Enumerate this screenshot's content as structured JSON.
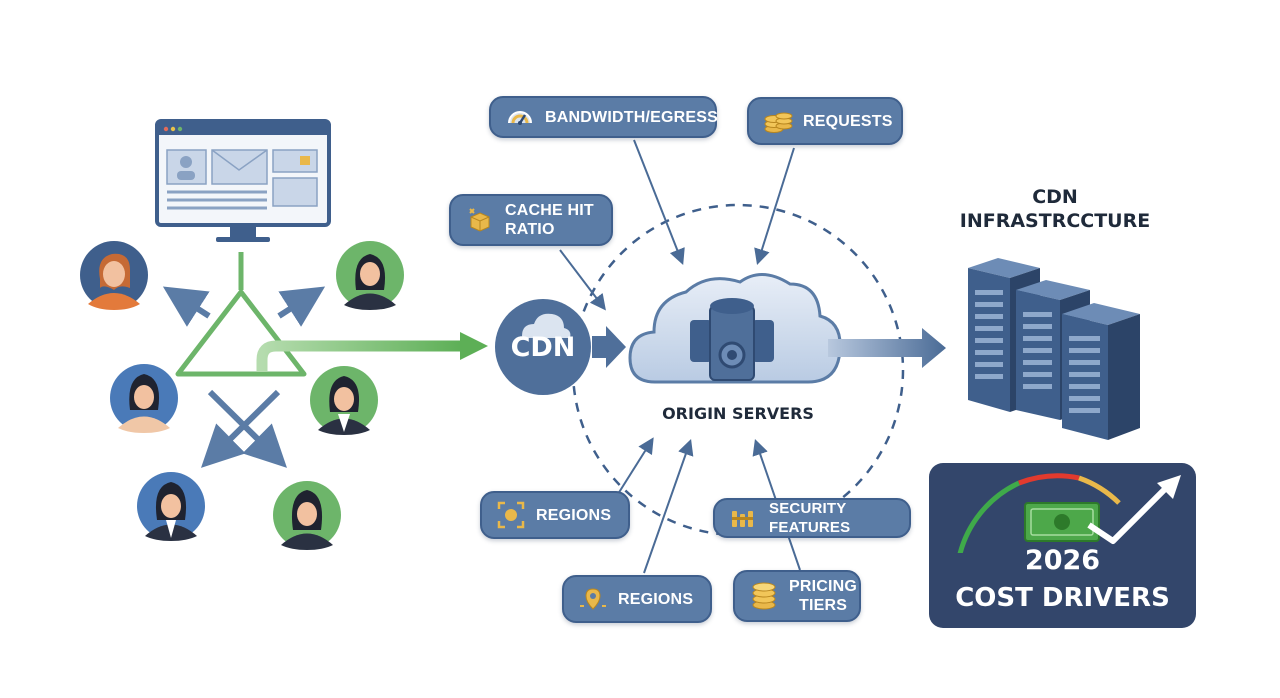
{
  "nodes": {
    "cdn_label": "CDN",
    "origin_label": "ORIGIN SERVERS",
    "infra_title_line1": "CDN",
    "infra_title_line2": "INFRASTRCCTURE"
  },
  "factors": {
    "bandwidth": "BANDWIDTH/EGRESS",
    "requests": "REQUESTS",
    "cache_line1": "CACHE HIT",
    "cache_line2": "RATIO",
    "regions_1": "REGIONS",
    "security": "SECURITY FEATURES",
    "regions_2": "REGIONS",
    "pricing_line1": "PRICING",
    "pricing_line2": "TIERS"
  },
  "cost_card": {
    "year": "2026",
    "title": "COST DRIVERS"
  },
  "colors": {
    "pill_fill": "#5b7ca6",
    "pill_border": "#3f5f8c",
    "green_flow": "#6db56a",
    "blue_flow": "#5b7ca6",
    "card_bg": "#33466b",
    "dashed_ring": "#3f5f8c"
  },
  "icons": {
    "bandwidth": "gauge-icon",
    "requests": "coin-stack-icon",
    "cache": "cache-cube-icon",
    "regions_1": "region-target-icon",
    "security": "security-bars-icon",
    "regions_2": "region-pin-icon",
    "pricing": "coin-stack-icon",
    "cost": "cash-trend-icon"
  }
}
